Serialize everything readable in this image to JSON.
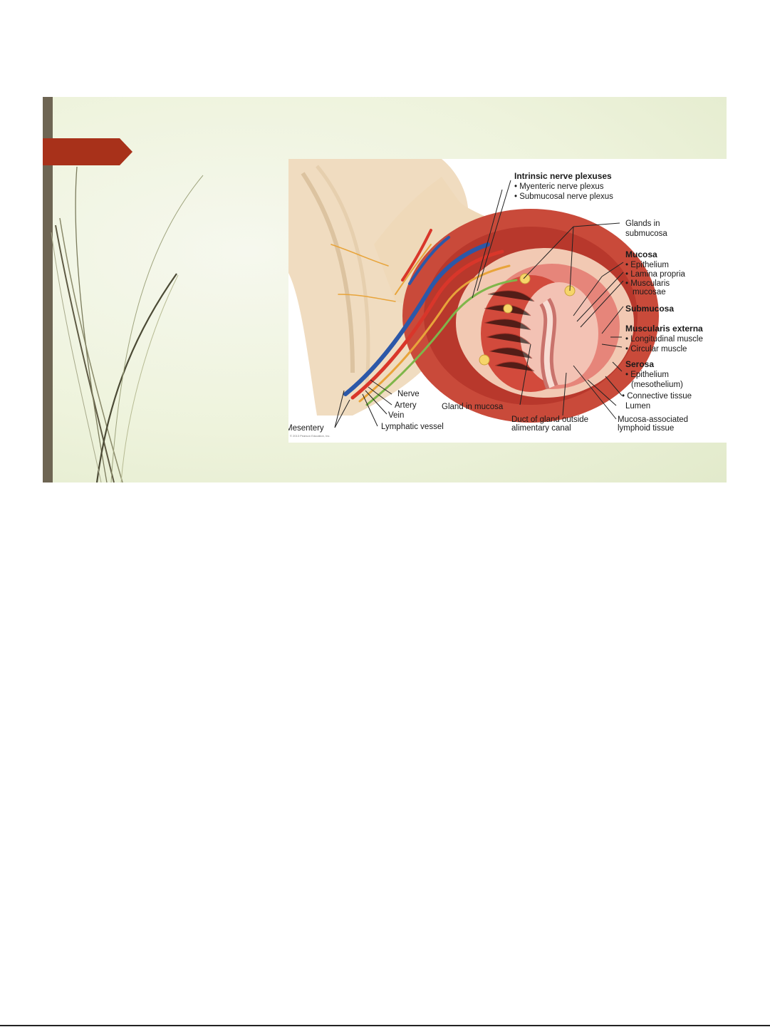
{
  "slide": {
    "accent_color": "#a8311a",
    "bar_color": "#6e6553"
  },
  "figure": {
    "labels": {
      "intrinsic_nerve_plexuses": "Intrinsic nerve plexuses",
      "myenteric": "• Myenteric nerve plexus",
      "submucosal_plexus": "• Submucosal nerve plexus",
      "glands_in": "Glands in",
      "submucosa_line2": "submucosa",
      "mucosa": "Mucosa",
      "epithelium": "• Epithelium",
      "lamina_propria": "• Lamina propria",
      "muscularis": "• Muscularis",
      "mucosae": "mucosae",
      "submucosa": "Submucosa",
      "muscularis_externa": "Muscularis externa",
      "longitudinal": "• Longitudinal muscle",
      "circular": "• Circular muscle",
      "serosa": "Serosa",
      "serosa_epithelium": "• Epithelium",
      "mesothelium": "(mesothelium)",
      "connective": "• Connective tissue",
      "lumen": "Lumen",
      "malt1": "Mucosa-associated",
      "malt2": "lymphoid tissue",
      "duct1": "Duct of gland outside",
      "duct2": "alimentary canal",
      "gland_in_mucosa": "Gland in mucosa",
      "nerve": "Nerve",
      "artery": "Artery",
      "vein": "Vein",
      "lymphatic": "Lymphatic vessel",
      "mesentery": "Mesentery",
      "copyright": "© 2013 Pearson Education, Inc."
    }
  }
}
